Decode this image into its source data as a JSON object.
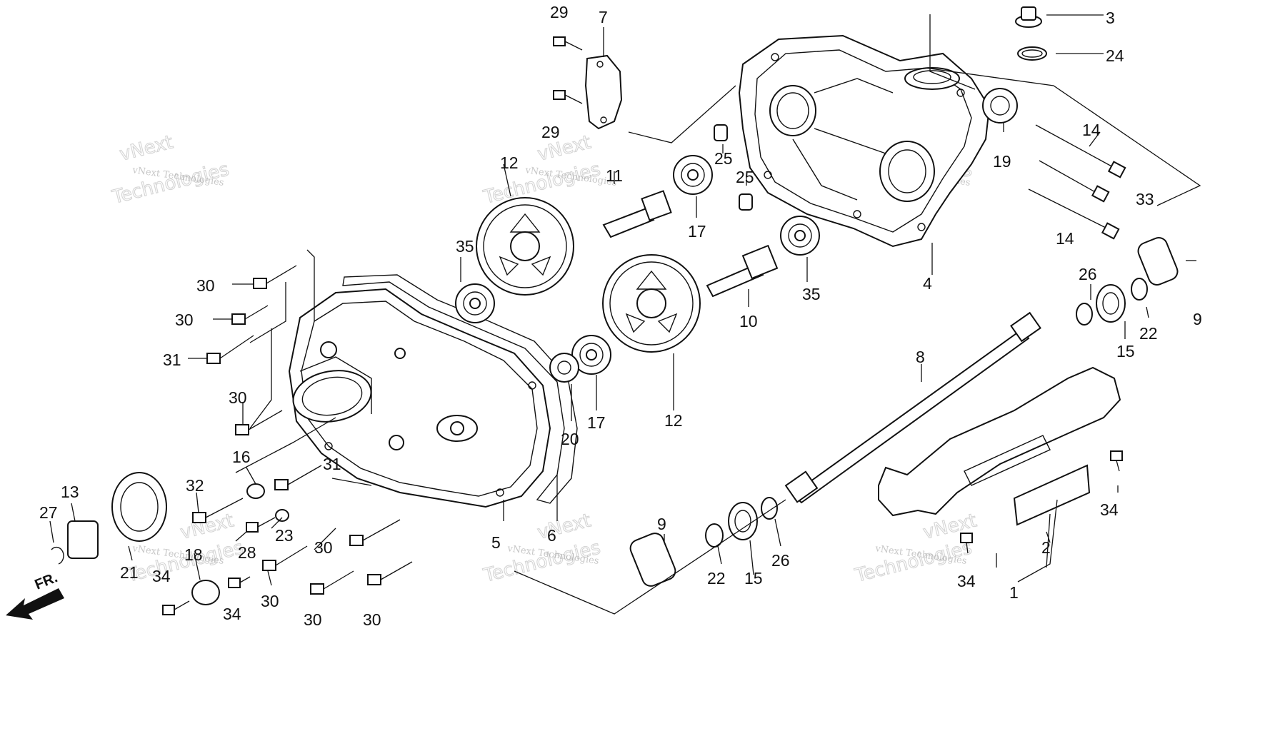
{
  "diagram": {
    "front_label": "FR.",
    "watermark": {
      "line1": "vNext",
      "line2": "Technologies",
      "small": "vNext Technologies"
    },
    "callouts": [
      {
        "id": "c29a",
        "text": "29"
      },
      {
        "id": "c7",
        "text": "7"
      },
      {
        "id": "c29b",
        "text": "29"
      },
      {
        "id": "c3",
        "text": "3"
      },
      {
        "id": "c24",
        "text": "24"
      },
      {
        "id": "c12a",
        "text": "12"
      },
      {
        "id": "c11",
        "text": "11"
      },
      {
        "id": "c25a",
        "text": "25"
      },
      {
        "id": "c25b",
        "text": "25"
      },
      {
        "id": "c17a",
        "text": "17"
      },
      {
        "id": "c19",
        "text": "19"
      },
      {
        "id": "c14a",
        "text": "14"
      },
      {
        "id": "c33",
        "text": "33"
      },
      {
        "id": "c14b",
        "text": "14"
      },
      {
        "id": "c35a",
        "text": "35"
      },
      {
        "id": "c35b",
        "text": "35"
      },
      {
        "id": "c10",
        "text": "10"
      },
      {
        "id": "c4",
        "text": "4"
      },
      {
        "id": "c26a",
        "text": "26"
      },
      {
        "id": "c9a",
        "text": "9"
      },
      {
        "id": "c22a",
        "text": "22"
      },
      {
        "id": "c15a",
        "text": "15"
      },
      {
        "id": "c30a",
        "text": "30"
      },
      {
        "id": "c30b",
        "text": "30"
      },
      {
        "id": "c31a",
        "text": "31"
      },
      {
        "id": "c30c",
        "text": "30"
      },
      {
        "id": "c8",
        "text": "8"
      },
      {
        "id": "c20",
        "text": "20"
      },
      {
        "id": "c17b",
        "text": "17"
      },
      {
        "id": "c12b",
        "text": "12"
      },
      {
        "id": "c16",
        "text": "16"
      },
      {
        "id": "c31b",
        "text": "31"
      },
      {
        "id": "c32",
        "text": "32"
      },
      {
        "id": "c13",
        "text": "13"
      },
      {
        "id": "c27",
        "text": "27"
      },
      {
        "id": "c23",
        "text": "23"
      },
      {
        "id": "c28",
        "text": "28"
      },
      {
        "id": "c18",
        "text": "18"
      },
      {
        "id": "c21",
        "text": "21"
      },
      {
        "id": "c34a",
        "text": "34"
      },
      {
        "id": "c34b",
        "text": "34"
      },
      {
        "id": "c30d",
        "text": "30"
      },
      {
        "id": "c30e",
        "text": "30"
      },
      {
        "id": "c30f",
        "text": "30"
      },
      {
        "id": "c30g",
        "text": "30"
      },
      {
        "id": "c5",
        "text": "5"
      },
      {
        "id": "c6",
        "text": "6"
      },
      {
        "id": "c9b",
        "text": "9"
      },
      {
        "id": "c22b",
        "text": "22"
      },
      {
        "id": "c15b",
        "text": "15"
      },
      {
        "id": "c26b",
        "text": "26"
      },
      {
        "id": "c34c",
        "text": "34"
      },
      {
        "id": "c34d",
        "text": "34"
      },
      {
        "id": "c2",
        "text": "2"
      },
      {
        "id": "c1",
        "text": "1"
      }
    ]
  }
}
